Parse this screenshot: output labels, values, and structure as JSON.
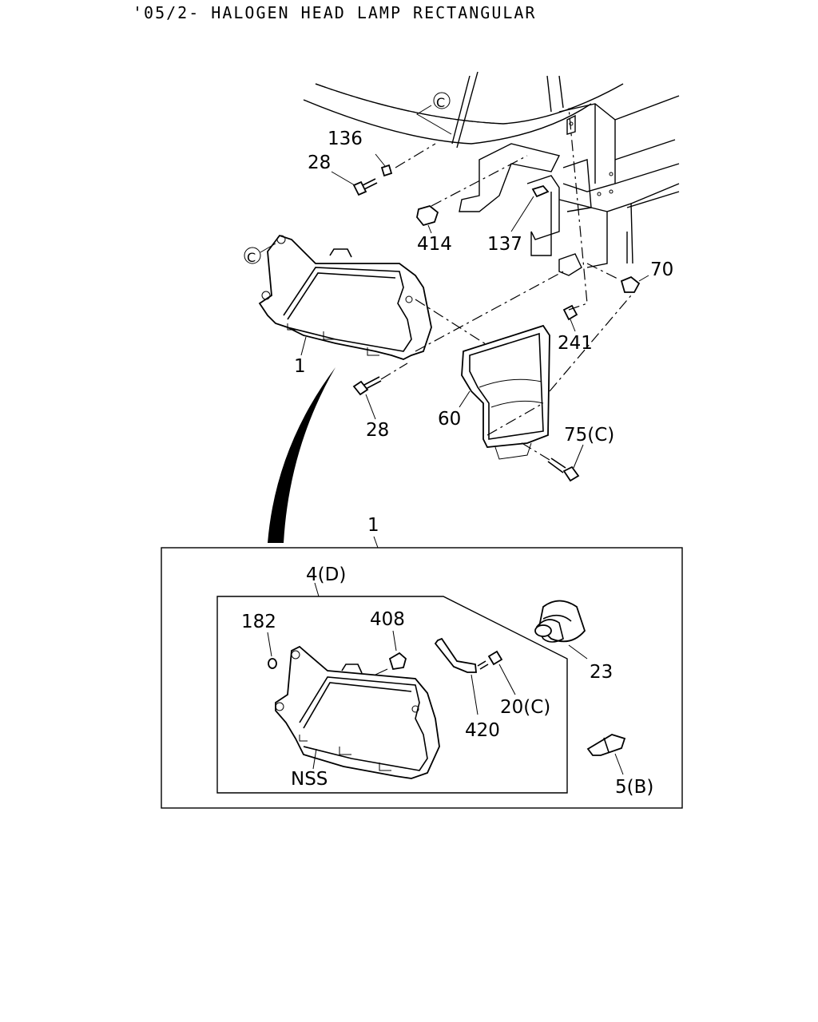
{
  "title": "'05/2- HALOGEN HEAD LAMP RECTANGULAR",
  "labels": {
    "p136": "136",
    "p28_top": "28",
    "p414": "414",
    "p137": "137",
    "p70": "70",
    "p241": "241",
    "p1_main": "1",
    "p28_bottom": "28",
    "p60": "60",
    "p75c": "75(C)",
    "p1_detail": "1",
    "p4d": "4(D)",
    "p182": "182",
    "p408": "408",
    "p420": "420",
    "p20c": "20(C)",
    "p23": "23",
    "nss": "NSS",
    "p5b": "5(B)",
    "ref_c_top": "C",
    "ref_c_lamp": "C"
  }
}
